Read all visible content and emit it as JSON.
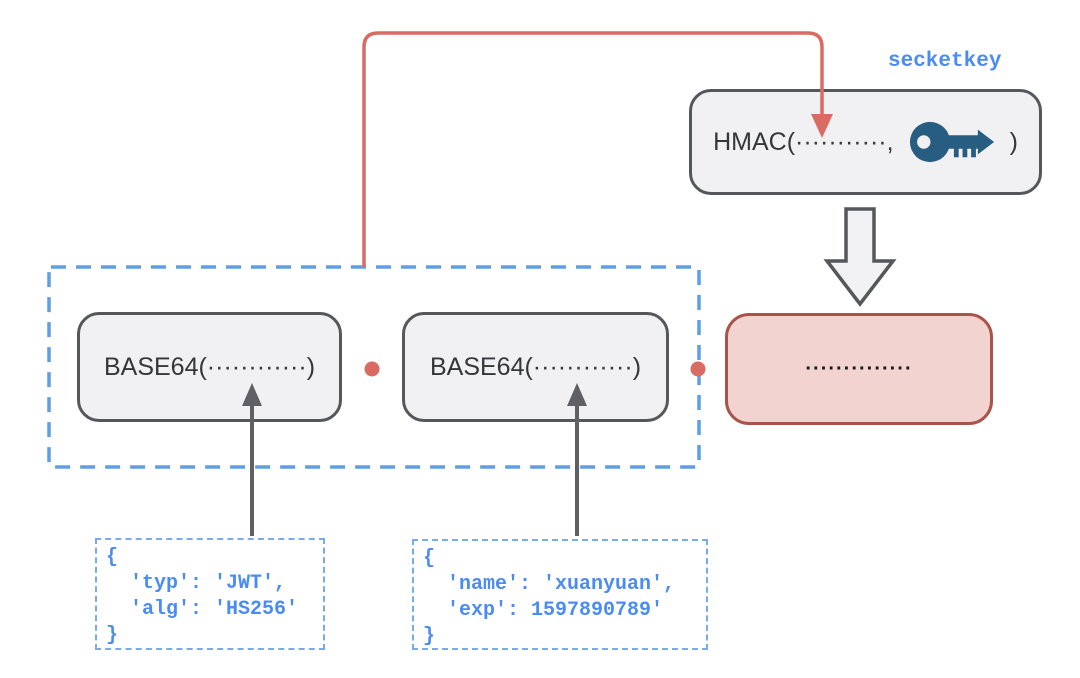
{
  "labels": {
    "secret_key": "secketkey",
    "hmac_prefix": "HMAC(···········,",
    "hmac_suffix": ")",
    "base64_header": "BASE64(············)",
    "base64_payload": "BASE64(············)",
    "signature_dots": "··············"
  },
  "header_json": {
    "lines": [
      "{",
      "  'typ': 'JWT',",
      "  'alg': 'HS256'",
      "}"
    ]
  },
  "payload_json": {
    "lines": [
      "{",
      "  'name': 'xuanyuan',",
      "  'exp': 1597890789'",
      "}"
    ]
  },
  "colors": {
    "accent_red": "#d96b63",
    "pink_fill": "#f3d3cf",
    "pink_border": "#a8544a",
    "box_border": "#55575a",
    "box_fill": "#f1f1f4",
    "code_blue": "#4a8cf2",
    "dashed_blue": "#5e9fe3",
    "key_teal": "#275d80",
    "arrow_gray": "#5f6063"
  }
}
